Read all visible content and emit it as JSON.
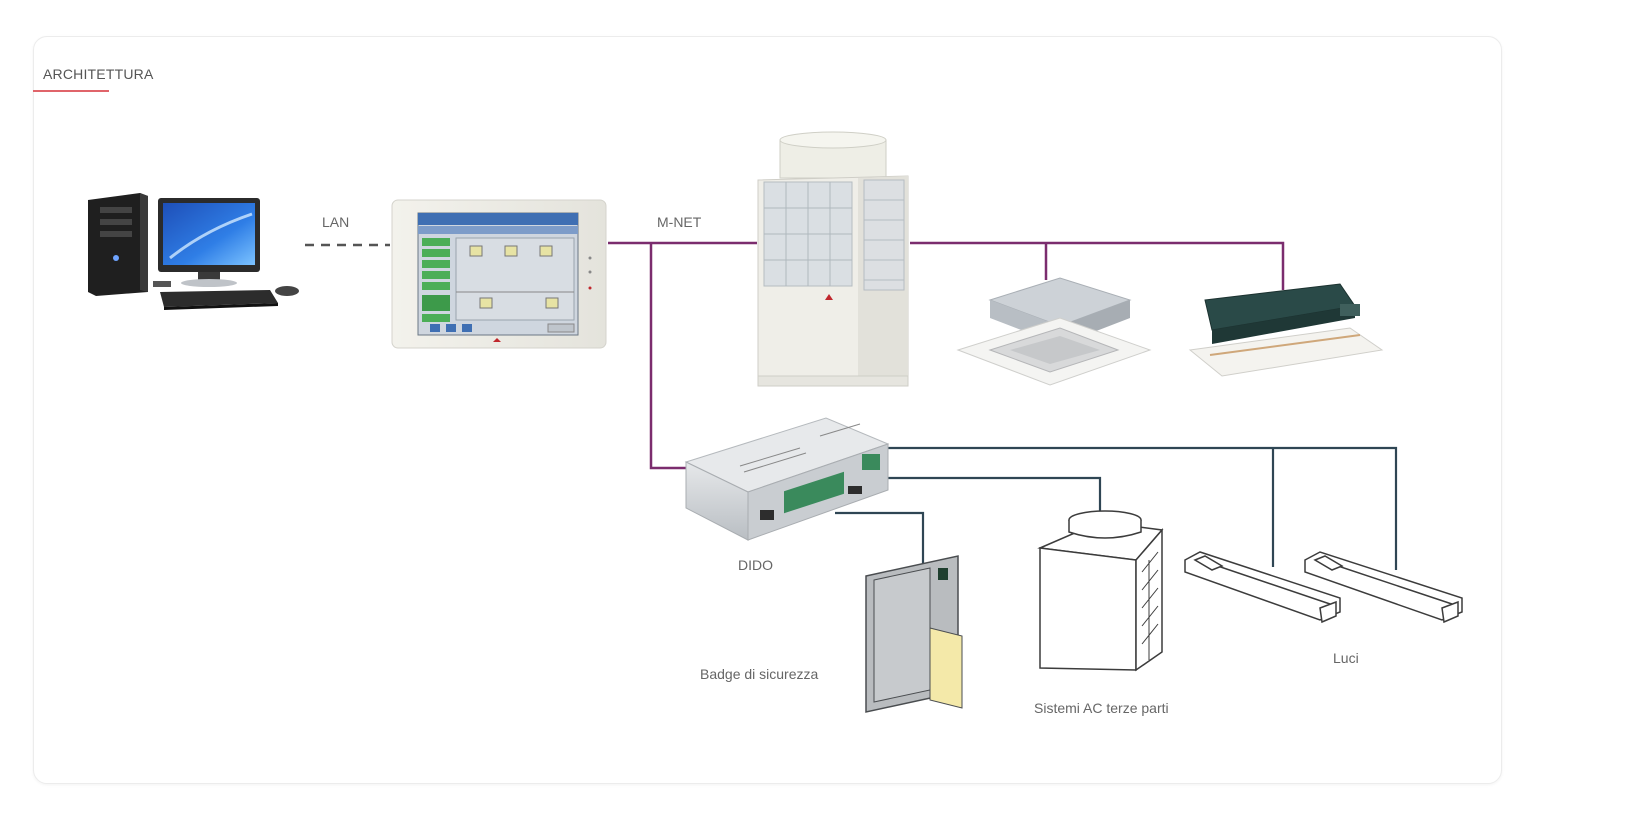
{
  "section": {
    "title": "ARCHITETTURA"
  },
  "diagram": {
    "lan_label": "LAN",
    "mnet_label": "M-NET",
    "dido_label": "DIDO",
    "badge_label": "Badge di sicurezza",
    "ac_label": "Sistemi AC terze parti",
    "lights_label": "Luci"
  },
  "colors": {
    "accent": "#e0646a",
    "mnet_line": "#7b2c6e",
    "io_line": "#2f4654",
    "lan_line": "#555555"
  }
}
